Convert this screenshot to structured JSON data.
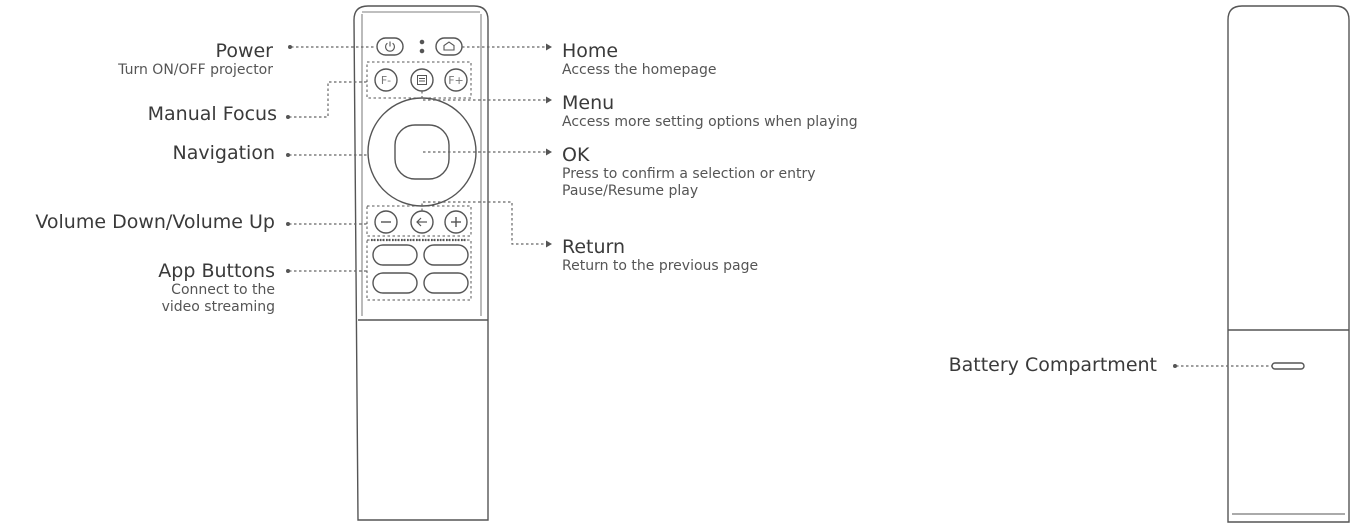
{
  "labels": {
    "power": {
      "title": "Power",
      "desc": "Turn ON/OFF projector"
    },
    "manual_focus": {
      "title": "Manual Focus"
    },
    "navigation": {
      "title": "Navigation"
    },
    "volume": {
      "title": "Volume Down/Volume Up"
    },
    "app_buttons": {
      "title": "App Buttons",
      "desc1": "Connect to the",
      "desc2": "video streaming"
    },
    "home": {
      "title": "Home",
      "desc": "Access the homepage"
    },
    "menu": {
      "title": "Menu",
      "desc": "Access more setting options when playing"
    },
    "ok": {
      "title": "OK",
      "desc1": "Press to confirm a selection or entry",
      "desc2": "Pause/Resume play"
    },
    "return": {
      "title": "Return",
      "desc": "Return to the previous page"
    },
    "battery": {
      "title": "Battery Compartment"
    }
  },
  "buttons": {
    "focus_minus": "F-",
    "focus_plus": "F+"
  },
  "icons": [
    "power-icon",
    "home-icon",
    "menu-icon",
    "back-arrow-icon",
    "minus-icon",
    "plus-icon"
  ],
  "colors": {
    "outline": "#555555",
    "leader": "#666666",
    "text": "#3a3a3a"
  }
}
